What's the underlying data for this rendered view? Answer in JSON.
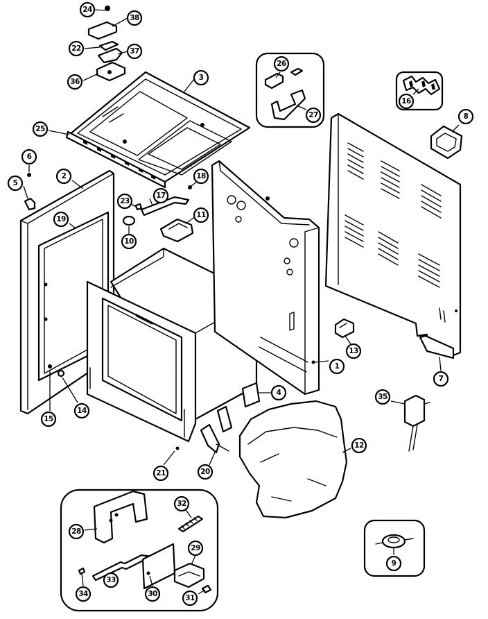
{
  "callouts": [
    {
      "label": "24"
    },
    {
      "label": "38"
    },
    {
      "label": "22"
    },
    {
      "label": "37"
    },
    {
      "label": "36"
    },
    {
      "label": "3"
    },
    {
      "label": "26"
    },
    {
      "label": "27"
    },
    {
      "label": "16"
    },
    {
      "label": "8"
    },
    {
      "label": "25"
    },
    {
      "label": "6"
    },
    {
      "label": "2"
    },
    {
      "label": "5"
    },
    {
      "label": "18"
    },
    {
      "label": "17"
    },
    {
      "label": "23"
    },
    {
      "label": "11"
    },
    {
      "label": "19"
    },
    {
      "label": "10"
    },
    {
      "label": "13"
    },
    {
      "label": "1"
    },
    {
      "label": "7"
    },
    {
      "label": "15"
    },
    {
      "label": "14"
    },
    {
      "label": "4"
    },
    {
      "label": "35"
    },
    {
      "label": "12"
    },
    {
      "label": "21"
    },
    {
      "label": "20"
    },
    {
      "label": "32"
    },
    {
      "label": "28"
    },
    {
      "label": "29"
    },
    {
      "label": "33"
    },
    {
      "label": "34"
    },
    {
      "label": "30"
    },
    {
      "label": "31"
    },
    {
      "label": "9"
    }
  ]
}
